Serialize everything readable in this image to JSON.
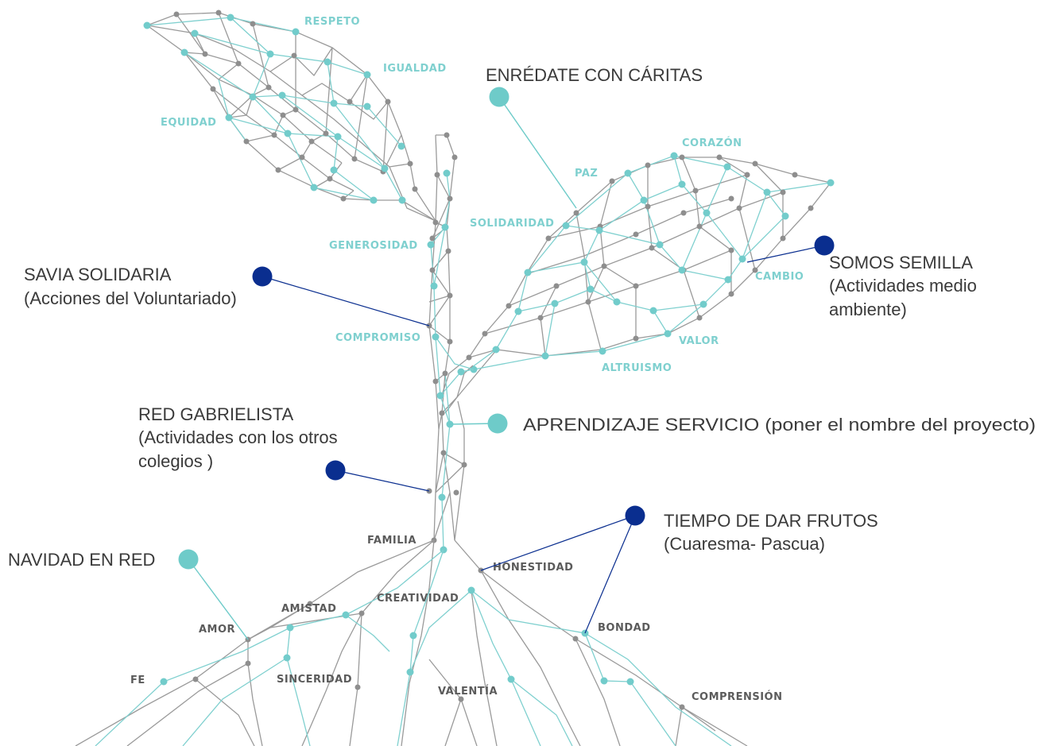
{
  "colors": {
    "teal": "#6ecbc9",
    "navy": "#0a2e8f",
    "gray": "#8e8e8e",
    "text": "#3a3a3a"
  },
  "leaf_words": {
    "respeto": "RESPETO",
    "igualdad": "IGUALDAD",
    "equidad": "EQUIDAD",
    "corazon": "CORAZÓN",
    "paz": "PAZ",
    "solidaridad": "SOLIDARIDAD",
    "generosidad": "GENEROSIDAD",
    "cambio": "CAMBIO",
    "compromiso": "COMPROMISO",
    "valor": "VALOR",
    "altruismo": "ALTRUISMO"
  },
  "root_words": {
    "familia": "FAMILIA",
    "honestidad": "HONESTIDAD",
    "amistad": "AMISTAD",
    "creatividad": "CREATIVIDAD",
    "amor": "AMOR",
    "bondad": "BONDAD",
    "fe": "FE",
    "sinceridad": "SINCERIDAD",
    "valentia": "VALENTÍA",
    "comprension": "COMPRENSIÓN"
  },
  "callouts": {
    "enredate": {
      "line1": "ENRÉDATE CON CÁRITAS"
    },
    "savia": {
      "line1": "SAVIA SOLIDARIA",
      "line2": "(Acciones del Voluntariado)"
    },
    "somos": {
      "line1": "SOMOS SEMILLA",
      "line2": "(Actividades medio",
      "line3": "ambiente)"
    },
    "red": {
      "line1": "RED GABRIELISTA",
      "line2": "(Actividades con los otros",
      "line3": "colegios )"
    },
    "aprendizaje": {
      "line1": "APRENDIZAJE SERVICIO (poner el nombre del proyecto)"
    },
    "tiempo": {
      "line1": "TIEMPO DE DAR FRUTOS",
      "line2": "(Cuaresma- Pascua)"
    },
    "navidad": {
      "line1": "NAVIDAD EN RED"
    }
  }
}
